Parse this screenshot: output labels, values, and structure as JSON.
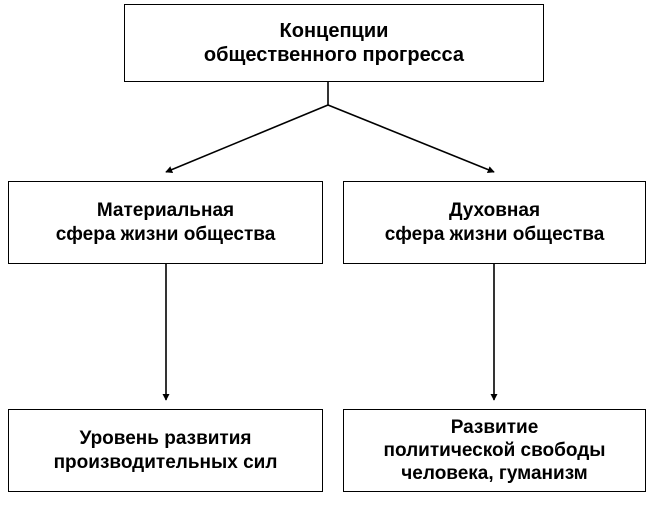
{
  "diagram": {
    "type": "flowchart",
    "orientation": "top-down",
    "background_color": "#ffffff",
    "line_color": "#000000",
    "text_color": "#000000",
    "nodes": {
      "root": {
        "label": "Концепции\nобщественного прогресса"
      },
      "material": {
        "label": "Материальная\nсфера жизни общества"
      },
      "spiritual": {
        "label": "Духовная\nсфера жизни общества"
      },
      "level": {
        "label": "Уровень развития\nпроизводительных сил"
      },
      "development": {
        "label": "Развитие\nполитической свободы\nчеловека, гуманизм"
      }
    },
    "connectors": [
      {
        "name": "root-to-material",
        "from": "root",
        "to": "material",
        "style": "arrow"
      },
      {
        "name": "root-to-spiritual",
        "from": "root",
        "to": "spiritual",
        "style": "arrow"
      },
      {
        "name": "material-to-level",
        "from": "material",
        "to": "level",
        "style": "arrow"
      },
      {
        "name": "spiritual-to-development",
        "from": "spiritual",
        "to": "development",
        "style": "arrow"
      }
    ]
  }
}
